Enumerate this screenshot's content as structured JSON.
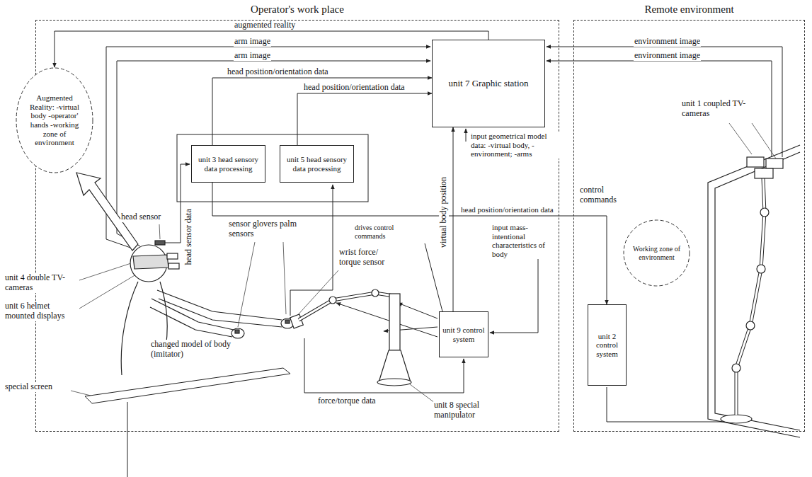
{
  "diagram": {
    "nodes": [
      {
        "text": [
          "Operator's work place"
        ]
      },
      {
        "text": [
          "Remote environment"
        ]
      },
      {
        "text": [
          "Augmented Reality: -virtual body -operator' hands -working zone of environment"
        ]
      },
      {
        "text": [
          "unit 7 Graphic station"
        ],
        "in": 0
      },
      {
        "text": [
          "unit 3 head sensory data processing"
        ],
        "in": 0
      },
      {
        "text": [
          "unit 5 head sensory data processing"
        ],
        "in": 0
      },
      {
        "text": [
          "unit 9 control system"
        ],
        "in": 0
      },
      {
        "text": [
          "unit 2 control system"
        ],
        "in": 1
      },
      {
        "text": [
          "Working zone of environment"
        ],
        "in": 1
      }
    ],
    "edges": [
      {
        "from": 3,
        "to": 2,
        "arrow": "to",
        "label": "augmented reality"
      },
      {
        "from": 4,
        "to": 3,
        "arrow": "to",
        "label": "head position/orientation data"
      },
      {
        "from": 5,
        "to": 3,
        "arrow": "to",
        "label": "head position/orientation data"
      },
      {
        "from": 4,
        "to": 7,
        "arrow": "to",
        "label": "head position/orientation data"
      },
      {
        "from": 6,
        "to": 3,
        "arrow": "to",
        "label": "virtual body position"
      }
    ],
    "labels": [
      "arm image",
      "arm image",
      "environment image",
      "environment image",
      "input geometrical model data: -virtual body, -environment; -arms",
      "unit 1 coupled TV-cameras",
      "control commands",
      "head sensor data",
      "head sensor",
      "sensor glovers palm sensors",
      "drives control commands",
      "input mass-intentional characteristics of body",
      "wrist force/ torque sensor",
      "unit 4 double TV-cameras",
      "unit 6 helmet mounted displays",
      "changed model of body (imitator)",
      "special screen",
      "force/torque data",
      "unit 8 special manipulator"
    ]
  }
}
